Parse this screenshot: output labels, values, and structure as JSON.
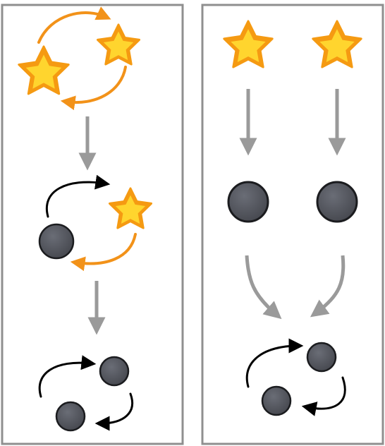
{
  "colors": {
    "frame": "#8f8f8f",
    "star_fill": "#ffd52e",
    "star_edge": "#f59a12",
    "orbit_orange": "#f29219",
    "orbit_black": "#000000",
    "arrow_gray": "#9a9a9a",
    "body_fill": "#4f525a",
    "body_edge": "#1b1c1f"
  },
  "panels": [
    {
      "name": "left-panel",
      "stages": [
        "star-star-orbit",
        "compact-star-orbit",
        "compact-compact-orbit"
      ]
    },
    {
      "name": "right-panel",
      "stages": [
        "two-stars",
        "two-compact-objects",
        "compact-compact-orbit"
      ]
    }
  ],
  "icons": [
    "star-icon",
    "compact-object-icon",
    "orbit-arrow-icon",
    "flow-arrow-icon"
  ]
}
